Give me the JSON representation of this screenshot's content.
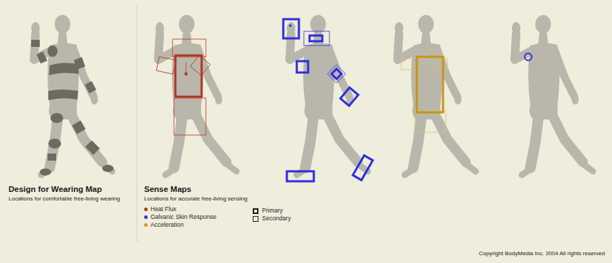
{
  "diagram": {
    "labels": [
      "Design for Wearing Map",
      "Locations for comfortable free-living wearing",
      "Sense Maps",
      "Locations for accurate free-living sensing",
      "Copyright BodyMedia Inc. 2004 All rights reserved"
    ],
    "legend": [
      {
        "text": "Heat Flux",
        "color": "#c0302a"
      },
      {
        "text": "Galvanic Skin Response",
        "color": "#3434d6"
      },
      {
        "text": "Acceleration",
        "color": "#d09a1c"
      },
      {
        "text": "Primary"
      },
      {
        "text": "Secondary"
      }
    ]
  }
}
